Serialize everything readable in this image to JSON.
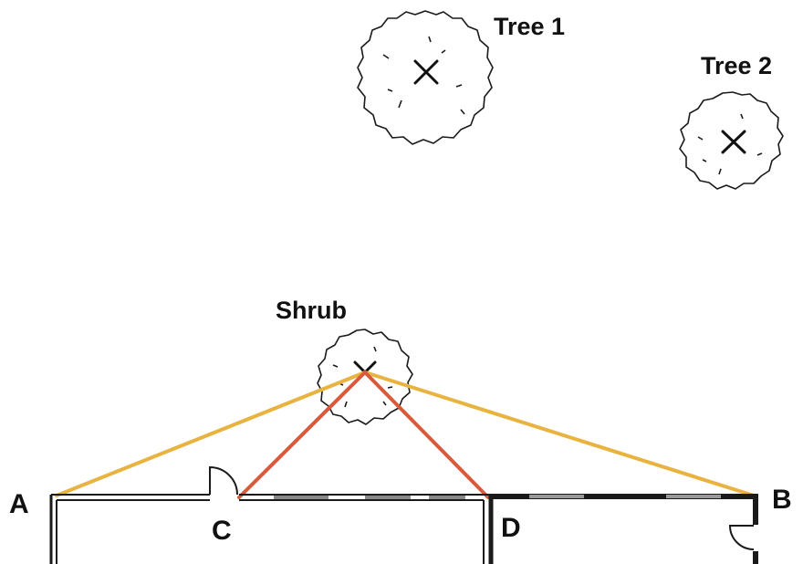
{
  "labels": {
    "tree1": "Tree 1",
    "tree2": "Tree 2",
    "shrub": "Shrub",
    "point_a": "A",
    "point_b": "B",
    "point_c": "C",
    "point_d": "D"
  },
  "colors": {
    "long_lines": "#e8b33e",
    "short_lines": "#d85a3a",
    "walls": "#1a1a1a"
  },
  "icons": {
    "tree_symbol": "tree-canopy-icon",
    "center_mark": "x-mark-icon",
    "door_swing": "door-arc-icon"
  }
}
